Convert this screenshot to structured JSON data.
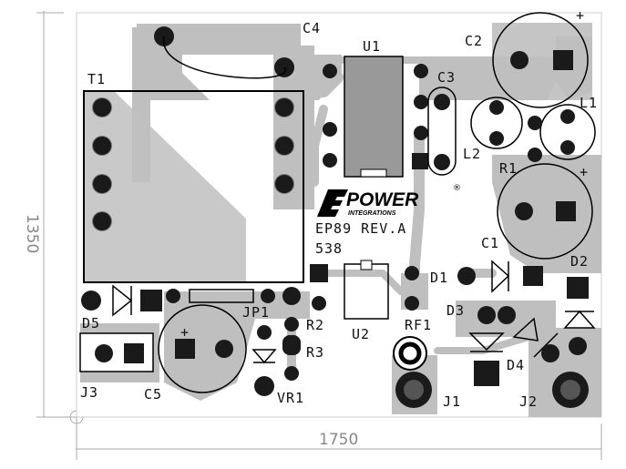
{
  "board": {
    "title": "EP89 REV.A",
    "code": "538",
    "logo_main": "POWER",
    "logo_sub": "INTEGRATIONS",
    "logo_mark": "®"
  },
  "dimensions": {
    "width": "1750",
    "height": "1350"
  },
  "labels": {
    "C4": "C4",
    "U1": "U1",
    "C2": "C2",
    "T1": "T1",
    "C3": "C3",
    "L1": "L1",
    "L2": "L2",
    "R1": "R1",
    "C1": "C1",
    "D1": "D1",
    "D2": "D2",
    "D3": "D3",
    "D4": "D4",
    "D5": "D5",
    "JP1": "JP1",
    "R2": "R2",
    "R3": "R3",
    "U2": "U2",
    "RF1": "RF1",
    "J1": "J1",
    "J2": "J2",
    "J3": "J3",
    "C5": "C5",
    "VR1": "VR1",
    "plus_c2": "+",
    "plus_r1": "+",
    "plus_c5": "+"
  },
  "colors": {
    "copper": "#bfbfbf",
    "pad": "#1a1a1a",
    "silkscreen": "#000000",
    "dimension": "#999999"
  }
}
